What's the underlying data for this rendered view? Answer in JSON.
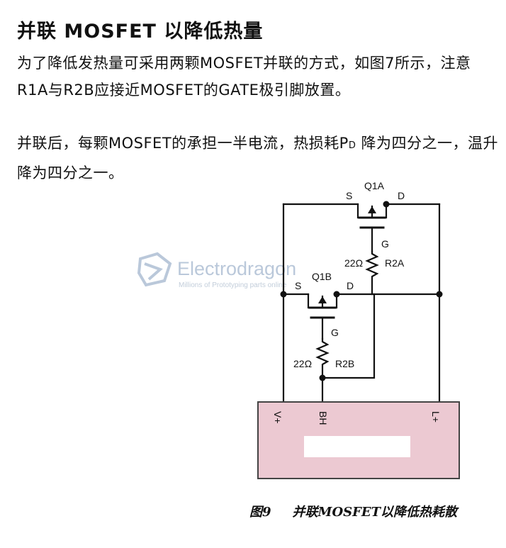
{
  "heading": "并联  MOSFET 以降低热量",
  "paragraph1": "为了降低发热量可采用两颗MOSFET并联的方式，如图7所示，注意R1A与R2B应接近MOSFET的GATE极引脚放置。",
  "paragraph2": {
    "before": "并联后，每颗MOSFET的承担一半电流，热损耗P",
    "subscript": "D",
    "after": " 降为四分之一，温升降为四分之一。"
  },
  "circuit": {
    "q1a": {
      "name": "Q1A",
      "source": "S",
      "drain": "D",
      "gate": "G",
      "resistor_value": "22Ω",
      "resistor_name": "R2A"
    },
    "q1b": {
      "name": "Q1B",
      "source": "S",
      "drain": "D",
      "gate": "G",
      "resistor_value": "22Ω",
      "resistor_name": "R2B"
    },
    "board_pins": [
      "V+",
      "BH",
      "L+"
    ]
  },
  "watermark": {
    "brand": "Electrodragon",
    "tagline": "Millions of Prototyping parts online"
  },
  "caption": {
    "number": "图9",
    "text": "并联MOSFET以降低热耗散"
  },
  "colors": {
    "board_fill": "#ecc9d2",
    "wire": "#111111",
    "watermark": "#aebfd4"
  }
}
